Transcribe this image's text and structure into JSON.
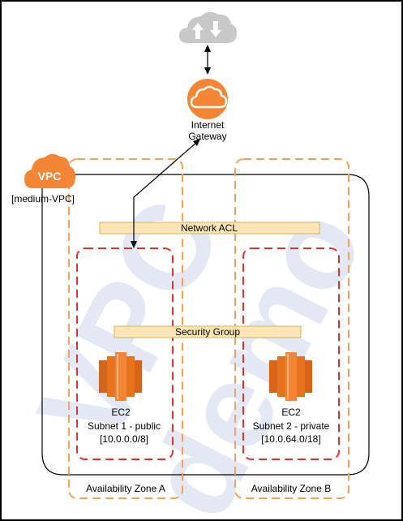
{
  "diagram": {
    "watermark": {
      "line1": "VPC",
      "line2": "demo"
    },
    "gateway": {
      "label_line1": "Internet",
      "label_line2": "Gateway"
    },
    "vpc": {
      "badge": "VPC",
      "name": "[medium-VPC]"
    },
    "network_acl": {
      "label": "Network ACL"
    },
    "security_group": {
      "label": "Security Group"
    },
    "zones": [
      {
        "label": "Availability Zone A"
      },
      {
        "label": "Availability Zone B"
      }
    ],
    "instances": [
      {
        "type": "EC2",
        "subnet": "Subnet 1 - public",
        "cidr": "[10.0.0.0/8]"
      },
      {
        "type": "EC2",
        "subnet": "Subnet 2 - private",
        "cidr": "[10.0.64.0/18]"
      }
    ],
    "colors": {
      "aws_orange": "#f58536",
      "zone_border": "#f5a15a",
      "subnet_border": "#e03030",
      "label_fill": "#fbe5b6",
      "label_border": "#d6b656",
      "watermark": "#e3e8f4",
      "cloud_gray": "#c8c8c8"
    }
  }
}
